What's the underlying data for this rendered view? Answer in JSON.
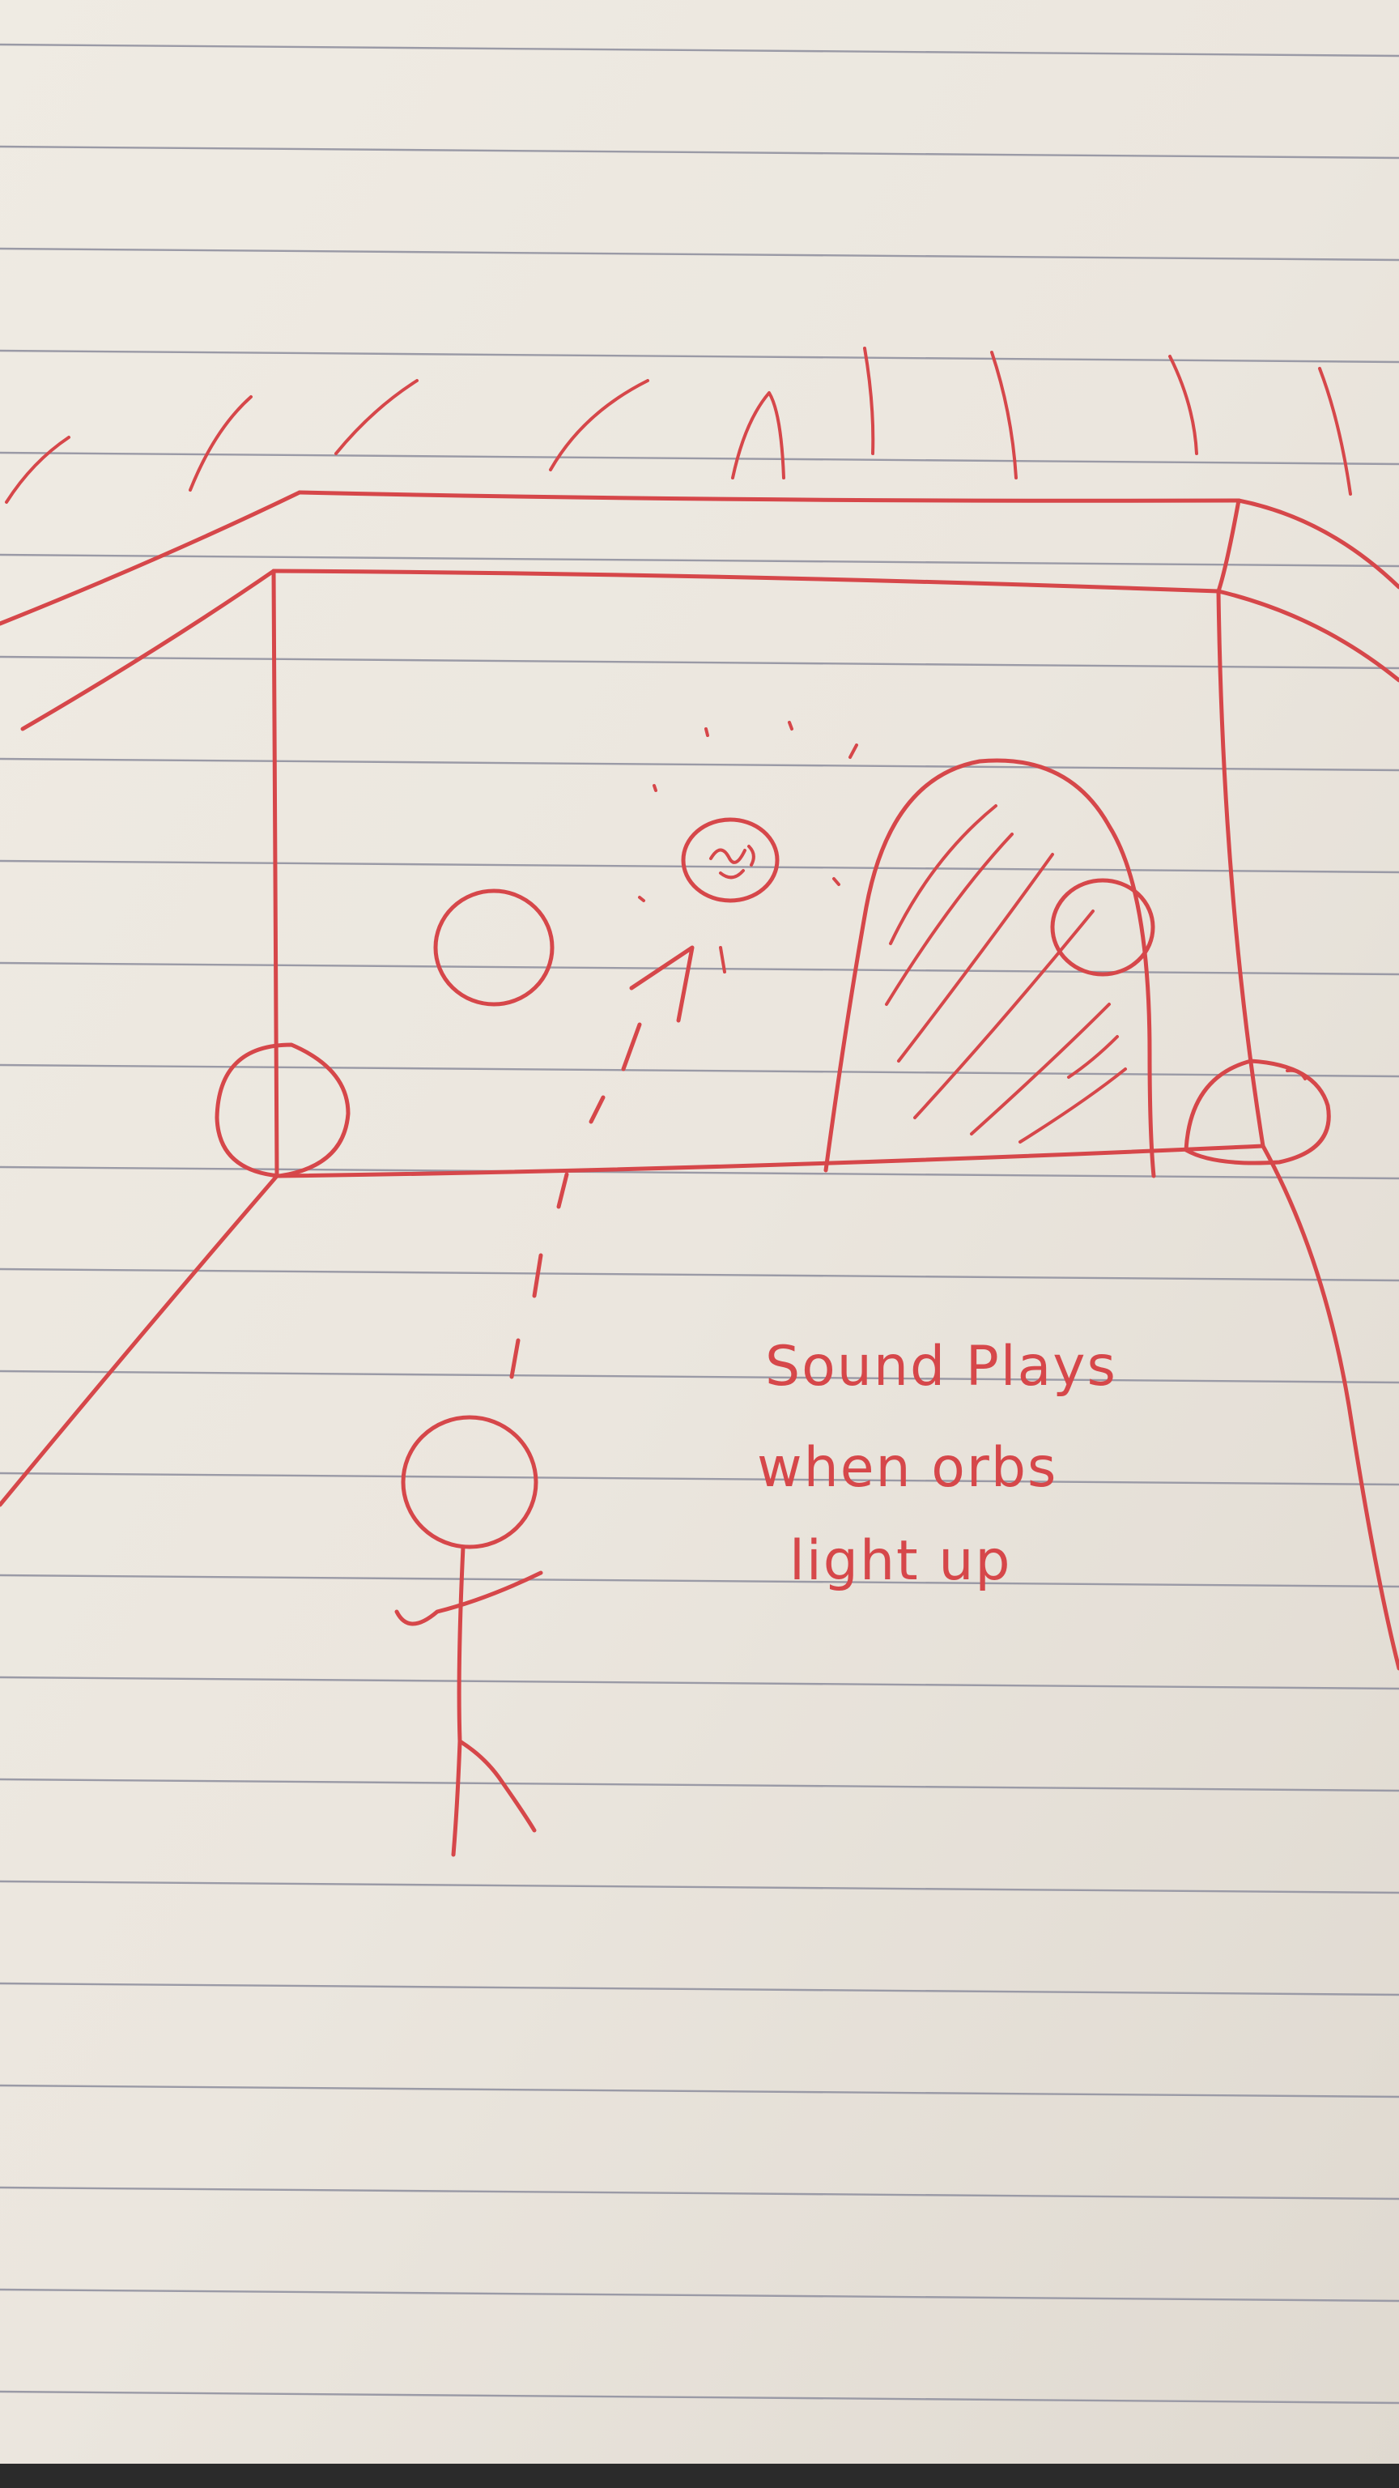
{
  "colors": {
    "paper": "#e9e4dc",
    "ruled_line": "#9a9aa6",
    "ink": "#d6474a",
    "bottom_edge": "#2b2b2b"
  },
  "note": {
    "line1": "Sound Plays",
    "line2": "when orbs",
    "line3": "light up"
  }
}
